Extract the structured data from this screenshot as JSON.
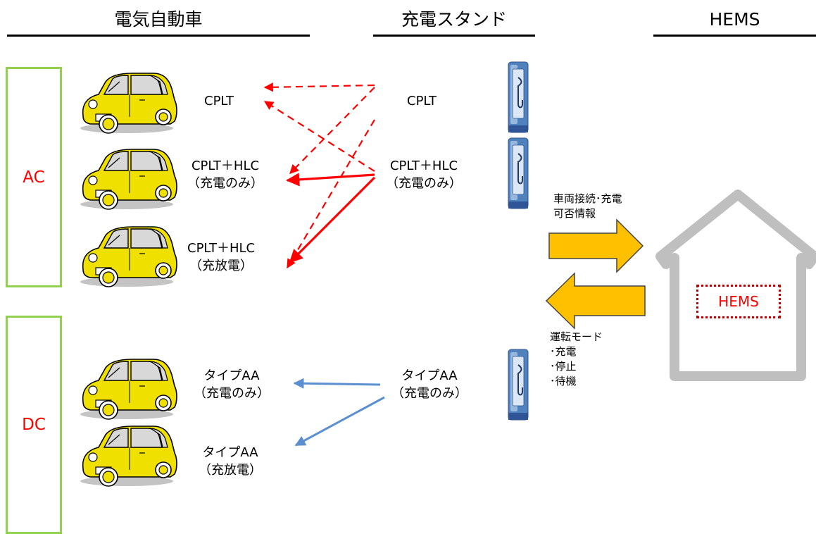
{
  "headers": {
    "ev": "電気自動車",
    "station": "充電スタンド",
    "hems": "HEMS"
  },
  "groups": {
    "ac": "AC",
    "dc": "DC"
  },
  "ev_labels": {
    "cplt": "CPLT",
    "cplt_hlc_1_line1": "CPLT＋HLC",
    "cplt_hlc_1_line2": "（充電のみ）",
    "cplt_hlc_2_line1": "CPLT＋HLC",
    "cplt_hlc_2_line2": "（充放電）",
    "typeaa_1_line1": "タイプAA",
    "typeaa_1_line2": "（充電のみ）",
    "typeaa_2_line1": "タイプAA",
    "typeaa_2_line2": "（充放電）"
  },
  "station_labels": {
    "cplt": "CPLT",
    "cplt_hlc_line1": "CPLT＋HLC",
    "cplt_hlc_line2": "（充電のみ）",
    "typeaa_line1": "タイプAA",
    "typeaa_line2": "（充電のみ）"
  },
  "info_to_hems": {
    "line1": "車両接続･充電",
    "line2": "可否情報"
  },
  "commands": {
    "title": "運転モード",
    "items": [
      "･充電",
      "･停止",
      "･待機"
    ]
  },
  "hems_box_label": "HEMS",
  "colors": {
    "ac_arrow": "#ff0000",
    "dc_arrow": "#5b8fd0",
    "car_body": "#f0e000",
    "group_border": "#92d050",
    "group_text": "#ff0000",
    "block_arrow": "#ffc000",
    "house": "#bfbfbf",
    "charger": "#4f81bd"
  },
  "icons": [
    "car-icon",
    "charger-icon",
    "house-icon",
    "arrow-right-icon",
    "arrow-left-icon"
  ]
}
